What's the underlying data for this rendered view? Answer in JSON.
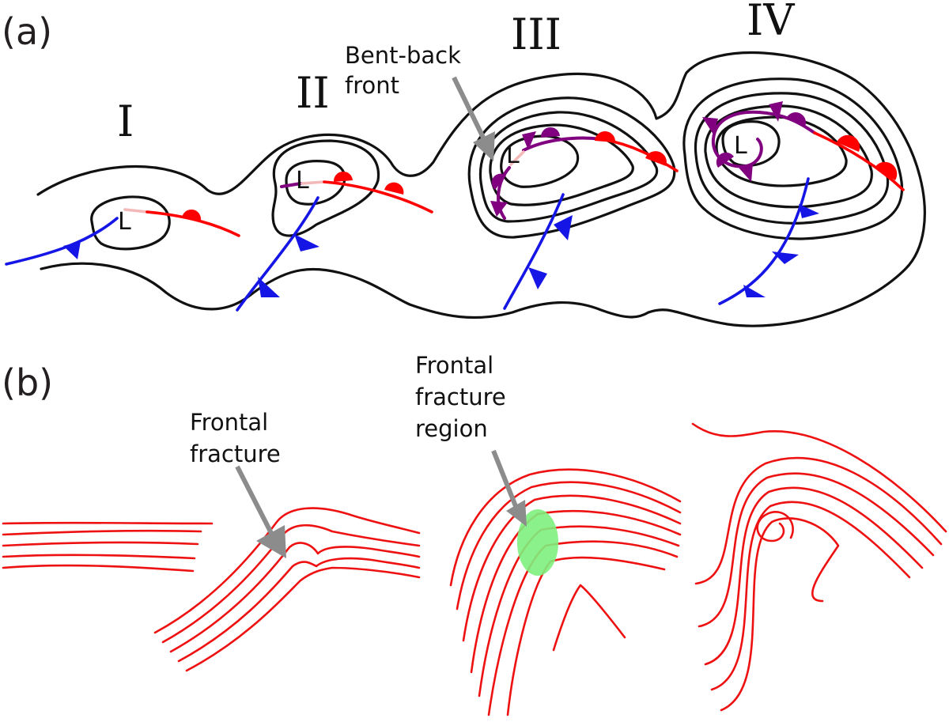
{
  "panels": {
    "a": {
      "label": "(a)",
      "stages": [
        "I",
        "II",
        "III",
        "IV"
      ],
      "low_symbol": "L",
      "annotation": {
        "line1": "Bent-back",
        "line2": "front"
      }
    },
    "b": {
      "label": "(b)",
      "annotation_fracture": {
        "line1": "Frontal",
        "line2": "fracture"
      },
      "annotation_region": {
        "line1": "Frontal",
        "line2": "fracture",
        "line3": "region"
      }
    }
  },
  "colors": {
    "warm_front": "#ff0000",
    "cold_front": "#1515e6",
    "occluded_front": "#800080",
    "isobar": "#111111",
    "arrow": "#8c8c8c",
    "fracture_region": "#7ef07e"
  }
}
